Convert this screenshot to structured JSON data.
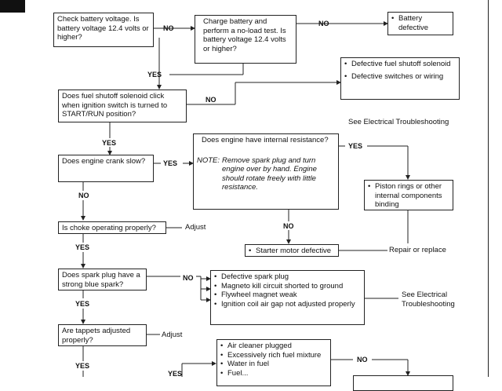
{
  "boxes": {
    "q1": "Check battery voltage. Is battery voltage 12.4 volts or higher?",
    "a_charge": "Charge battery and perform a no-load test. Is battery voltage 12.4 volts or higher?",
    "r_battery": "Battery defective",
    "q2": "Does fuel shutoff solenoid click when ignition switch is turned to START/RUN position?",
    "r_fuel": [
      "Defective fuel shutoff solenoid",
      "Defective switches or wiring"
    ],
    "see_elec_1": "See Electrical Troubleshooting",
    "q3": "Does engine crank slow?",
    "q_resist": "Does engine have internal resistance?",
    "note_label": "NOTE:",
    "note_text": "Remove spark plug and turn engine over by hand. Engine should rotate freely with little resistance.",
    "r_piston": "Piston rings or other internal components binding",
    "q4": "Is choke operating properly?",
    "adjust_1": "Adjust",
    "r_starter": "Starter motor defective",
    "repair": "Repair or replace",
    "q5": "Does spark plug have a strong blue spark?",
    "r_spark": [
      "Defective spark plug",
      "Magneto kill circuit shorted to ground",
      "Flywheel magnet weak",
      "Ignition coil air gap not adjusted properly"
    ],
    "see_elec_2": "See Electrical Troubleshooting",
    "q6": "Are tappets adjusted properly?",
    "adjust_2": "Adjust",
    "r_air": [
      "Air cleaner plugged",
      "Excessively rich fuel mixture",
      "Water in fuel",
      "Fuel..."
    ]
  },
  "labels": {
    "no": "NO",
    "yes": "YES"
  }
}
